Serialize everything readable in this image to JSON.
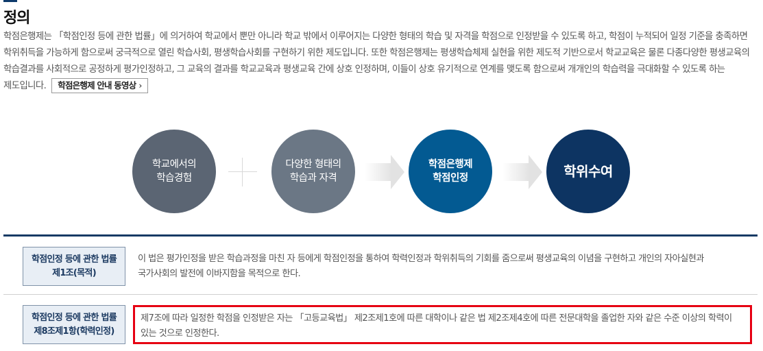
{
  "header": {
    "title": "정의"
  },
  "intro": {
    "text": "학점은행제는 「학점인정 등에 관한 법률」에 의거하여 학교에서 뿐만 아니라 학교 밖에서 이루어지는 다양한 형태의 학습 및 자격을 학점으로 인정받을 수 있도록 하고, 학점이 누적되어 일정 기준을 충족하면 학위취득을 가능하게 함으로써 궁극적으로 열린 학습사회, 평생학습사회를 구현하기 위한 제도입니다. 또한 학점은행제는 평생학습체제 실현을 위한 제도적 기반으로서 학교교육은 물론 다종다양한 평생교육의 학습결과를 사회적으로 공정하게 평가인정하고, 그 교육의 결과를 학교교육과 평생교육 간에 상호 인정하며, 이들이 상호 유기적으로 연계를 맺도록 함으로써 개개인의 학습력을 극대화할 수 있도록 하는 제도입니다.",
    "video_button": {
      "label": "학점은행제 안내 동영상",
      "icon": "chevron-right-icon",
      "glyph": "›"
    }
  },
  "flow": {
    "steps": [
      {
        "line1": "학교에서의",
        "line2": "학습경험",
        "color": "#5b6573"
      },
      {
        "line1": "다양한 형태의",
        "line2": "학습과 자격",
        "color": "#6b7785"
      },
      {
        "line1": "학점은행제",
        "line2": "학점인정",
        "color": "#035a92"
      },
      {
        "line1": "학위수여",
        "line2": "",
        "color": "#0d3462"
      }
    ],
    "connectors": [
      "plus-icon",
      "arrow-right-icon",
      "arrow-right-icon"
    ]
  },
  "laws": [
    {
      "label_line1": "학점인정 등에 관한 법률",
      "label_line2": "제1조(목적)",
      "text": "이 법은 평가인정을 받은 학습과정을 마친 자 등에게 학점인정을 통하여 학력인정과 학위취득의 기회를 줌으로써 평생교육의 이념을 구현하고 개인의 자아실현과 국가사회의 발전에 이바지함을 목적으로 한다.",
      "highlighted": false
    },
    {
      "label_line1": "학점인정 등에 관한 법률",
      "label_line2": "제8조제1항(학력인정)",
      "text": "제7조에 따라 일정한 학점을 인정받은 자는 「고등교육법」 제2조제1호에 따른 대학이나 같은 법 제2조제4호에 따른 전문대학을 졸업한 자와 같은 수준 이상의 학력이 있는 것으로 인정한다.",
      "highlighted": true,
      "highlight_color": "#e60012"
    }
  ],
  "colors": {
    "accent": "#0e3a6b",
    "table_border": "#153a64",
    "label_bg": "#e8eef5",
    "highlight": "#e60012"
  }
}
